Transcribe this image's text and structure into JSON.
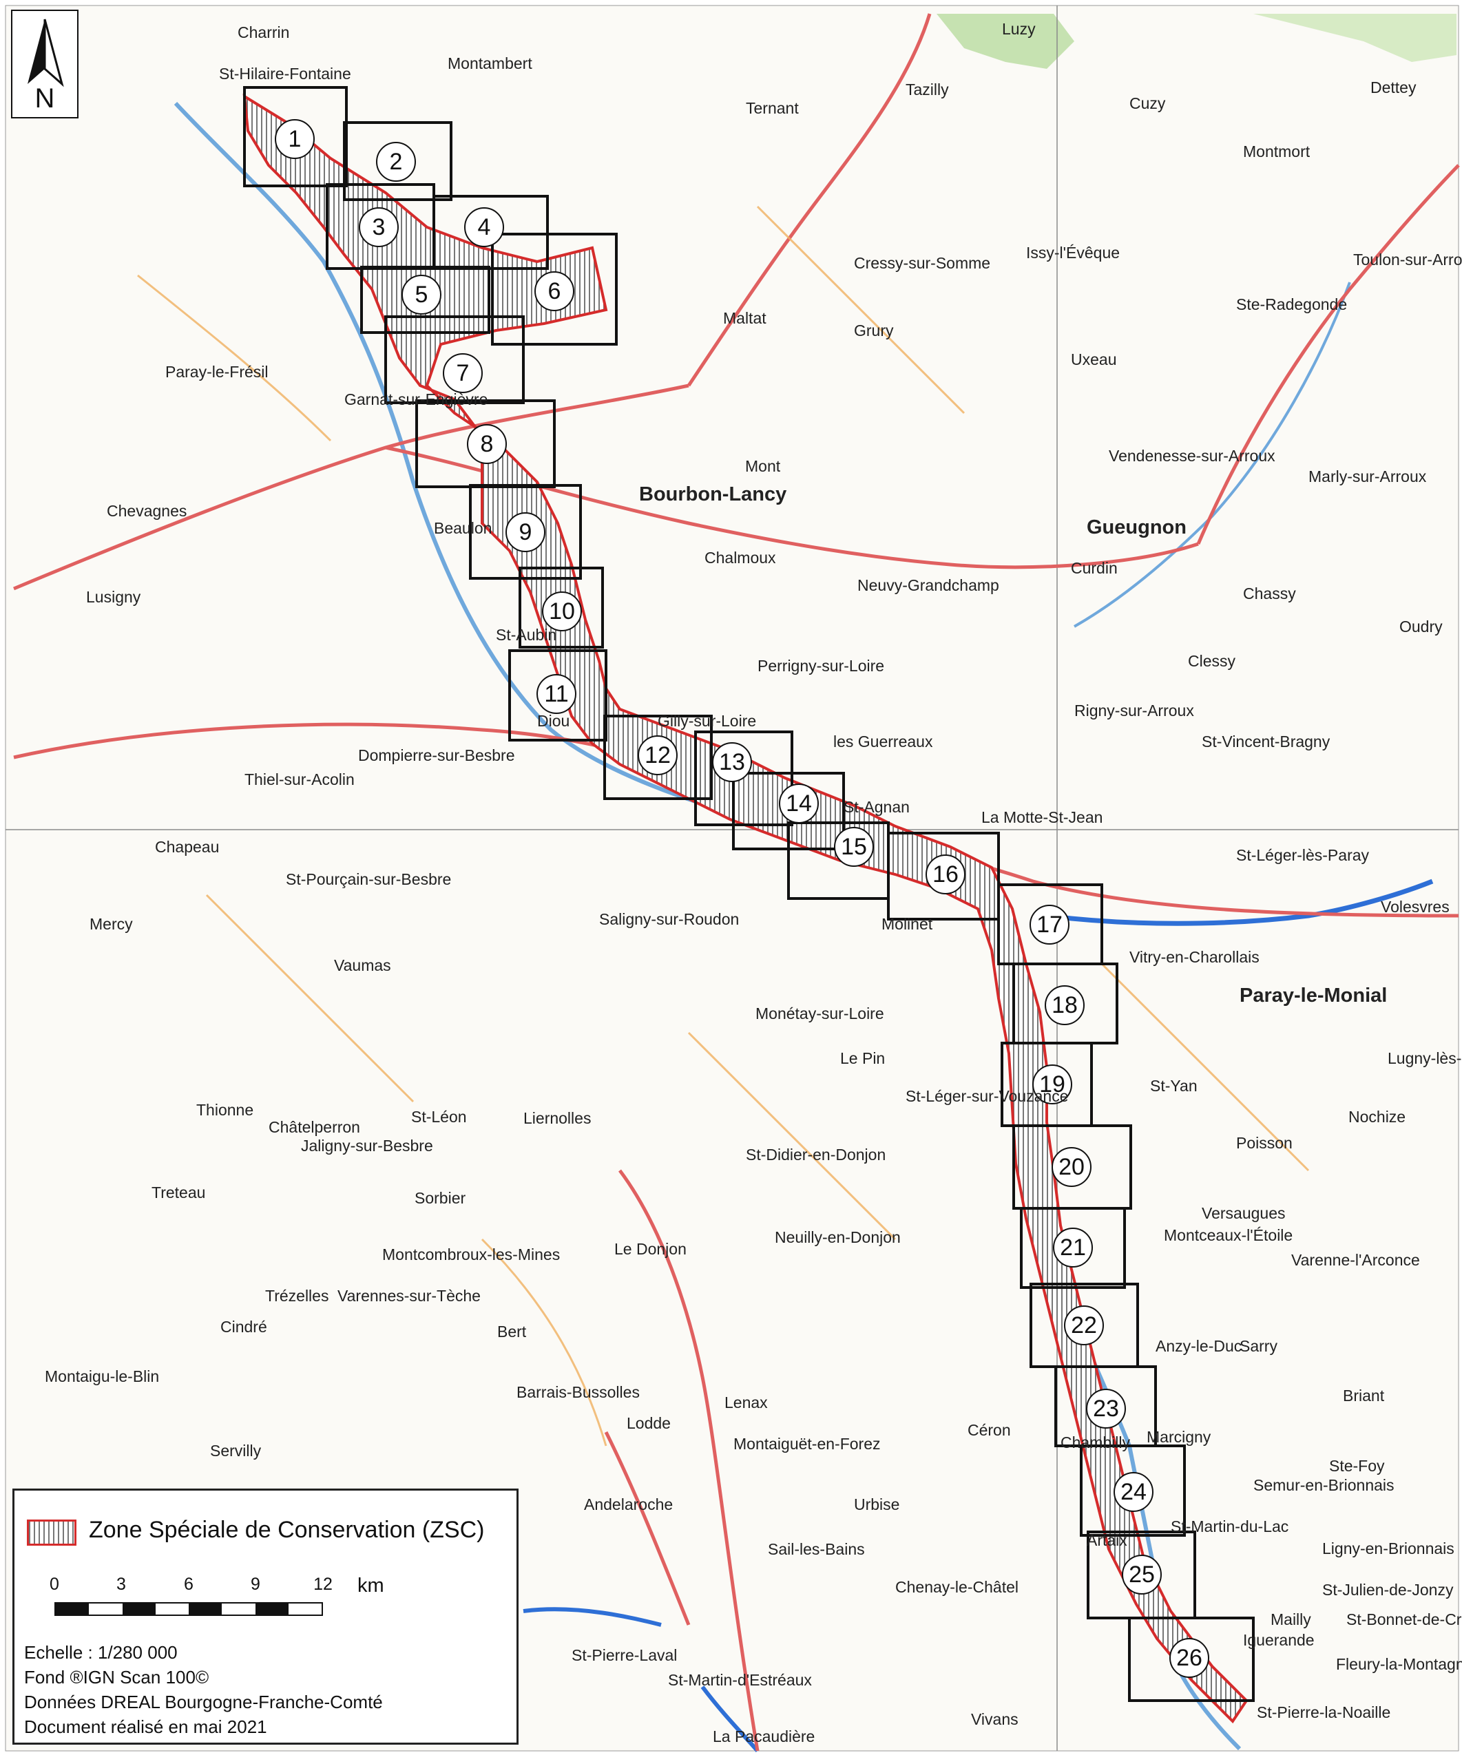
{
  "legend": {
    "zsc_label": "Zone Spéciale de Conservation (ZSC)",
    "scale_ticks": [
      "0",
      "3",
      "6",
      "9",
      "12"
    ],
    "scale_unit": "km",
    "echelle": "Echelle : 1/280 000",
    "fond": "Fond ®IGN Scan 100©",
    "donnees": "Données DREAL Bourgogne-Franche-Comté",
    "document": "Document réalisé en mai 2021"
  },
  "north_arrow": {
    "letter": "N",
    "icon": "north-arrow-icon"
  },
  "frames": [
    "1",
    "2",
    "3",
    "4",
    "5",
    "6",
    "7",
    "8",
    "9",
    "10",
    "11",
    "12",
    "13",
    "14",
    "15",
    "16",
    "17",
    "18",
    "19",
    "20",
    "21",
    "22",
    "23",
    "24",
    "25",
    "26"
  ],
  "places": [
    "Charrin",
    "St-Hilaire-Fontaine",
    "Montambert",
    "Luzy",
    "Ternant",
    "Tazilly",
    "Cuzy",
    "Dettey",
    "Montmort",
    "Cressy-sur-Somme",
    "Issy-l'Évêque",
    "Toulon-sur-Arroux",
    "Ste-Radegonde",
    "Maltat",
    "Grury",
    "Uxeau",
    "Paray-le-Frésil",
    "Garnat-sur-Engièvre",
    "Bourbon-Lancy",
    "Mont",
    "Vendenesse-sur-Arroux",
    "Marly-sur-Arroux",
    "Chevagnes",
    "Beaulon",
    "Chalmoux",
    "Gueugnon",
    "Neuvy-Grandchamp",
    "Curdin",
    "Lusigny",
    "Chassy",
    "Oudry",
    "St-Aubin",
    "Perrigny-sur-Loire",
    "Clessy",
    "Rigny-sur-Arroux",
    "Diou",
    "Gilly-sur-Loire",
    "St-Vincent-Bragny",
    "Dompierre-sur-Besbre",
    "Thiel-sur-Acolin",
    "les Guerreaux",
    "St-Agnan",
    "La Motte-St-Jean",
    "Chapeau",
    "St-Pourçain-sur-Besbre",
    "Molinet",
    "St-Léger-lès-Paray",
    "Volesvres",
    "Mercy",
    "Saligny-sur-Roudon",
    "Vitry-en-Charollais",
    "Paray-le-Monial",
    "Vaumas",
    "Monétay-sur-Loire",
    "Le Pin",
    "St-Yan",
    "Lugny-lès-Charolles",
    "Thionne",
    "Châtelperron",
    "Jaligny-sur-Besbre",
    "Liernolles",
    "St-Léon",
    "St-Léger-sur-Vouzance",
    "Nochize",
    "Poisson",
    "St-Didier-en-Donjon",
    "Treteau",
    "Sorbier",
    "Montcombroux-les-Mines",
    "Le Donjon",
    "Neuilly-en-Donjon",
    "Versaugues",
    "Montceaux-l'Étoile",
    "Varenne-l'Arconce",
    "Trézelles",
    "Varennes-sur-Tèche",
    "Cindré",
    "Anzy-le-Duc",
    "Sarry",
    "Briant",
    "Bert",
    "Barrais-Bussolles",
    "Lenax",
    "Lodde",
    "Montaiguët-en-Forez",
    "Montaigu-le-Blin",
    "Servilly",
    "Céron",
    "Chambilly",
    "Marcigny",
    "Semur-en-Brionnais",
    "Ste-Foy",
    "Andelaroche",
    "Urbise",
    "Artaix",
    "St-Martin-du-Lac",
    "Sail-les-Bains",
    "Chenay-le-Châtel",
    "Ligny-en-Brionnais",
    "St-Julien-de-Jonzy",
    "St-Pierre-Laval",
    "St-Martin-d'Estréaux",
    "La Pacaudière",
    "Vivans",
    "Iguerande",
    "Fleury-la-Montagne",
    "St-Pierre-la-Noaille",
    "Mailly",
    "St-Bonnet-de-Cray"
  ]
}
